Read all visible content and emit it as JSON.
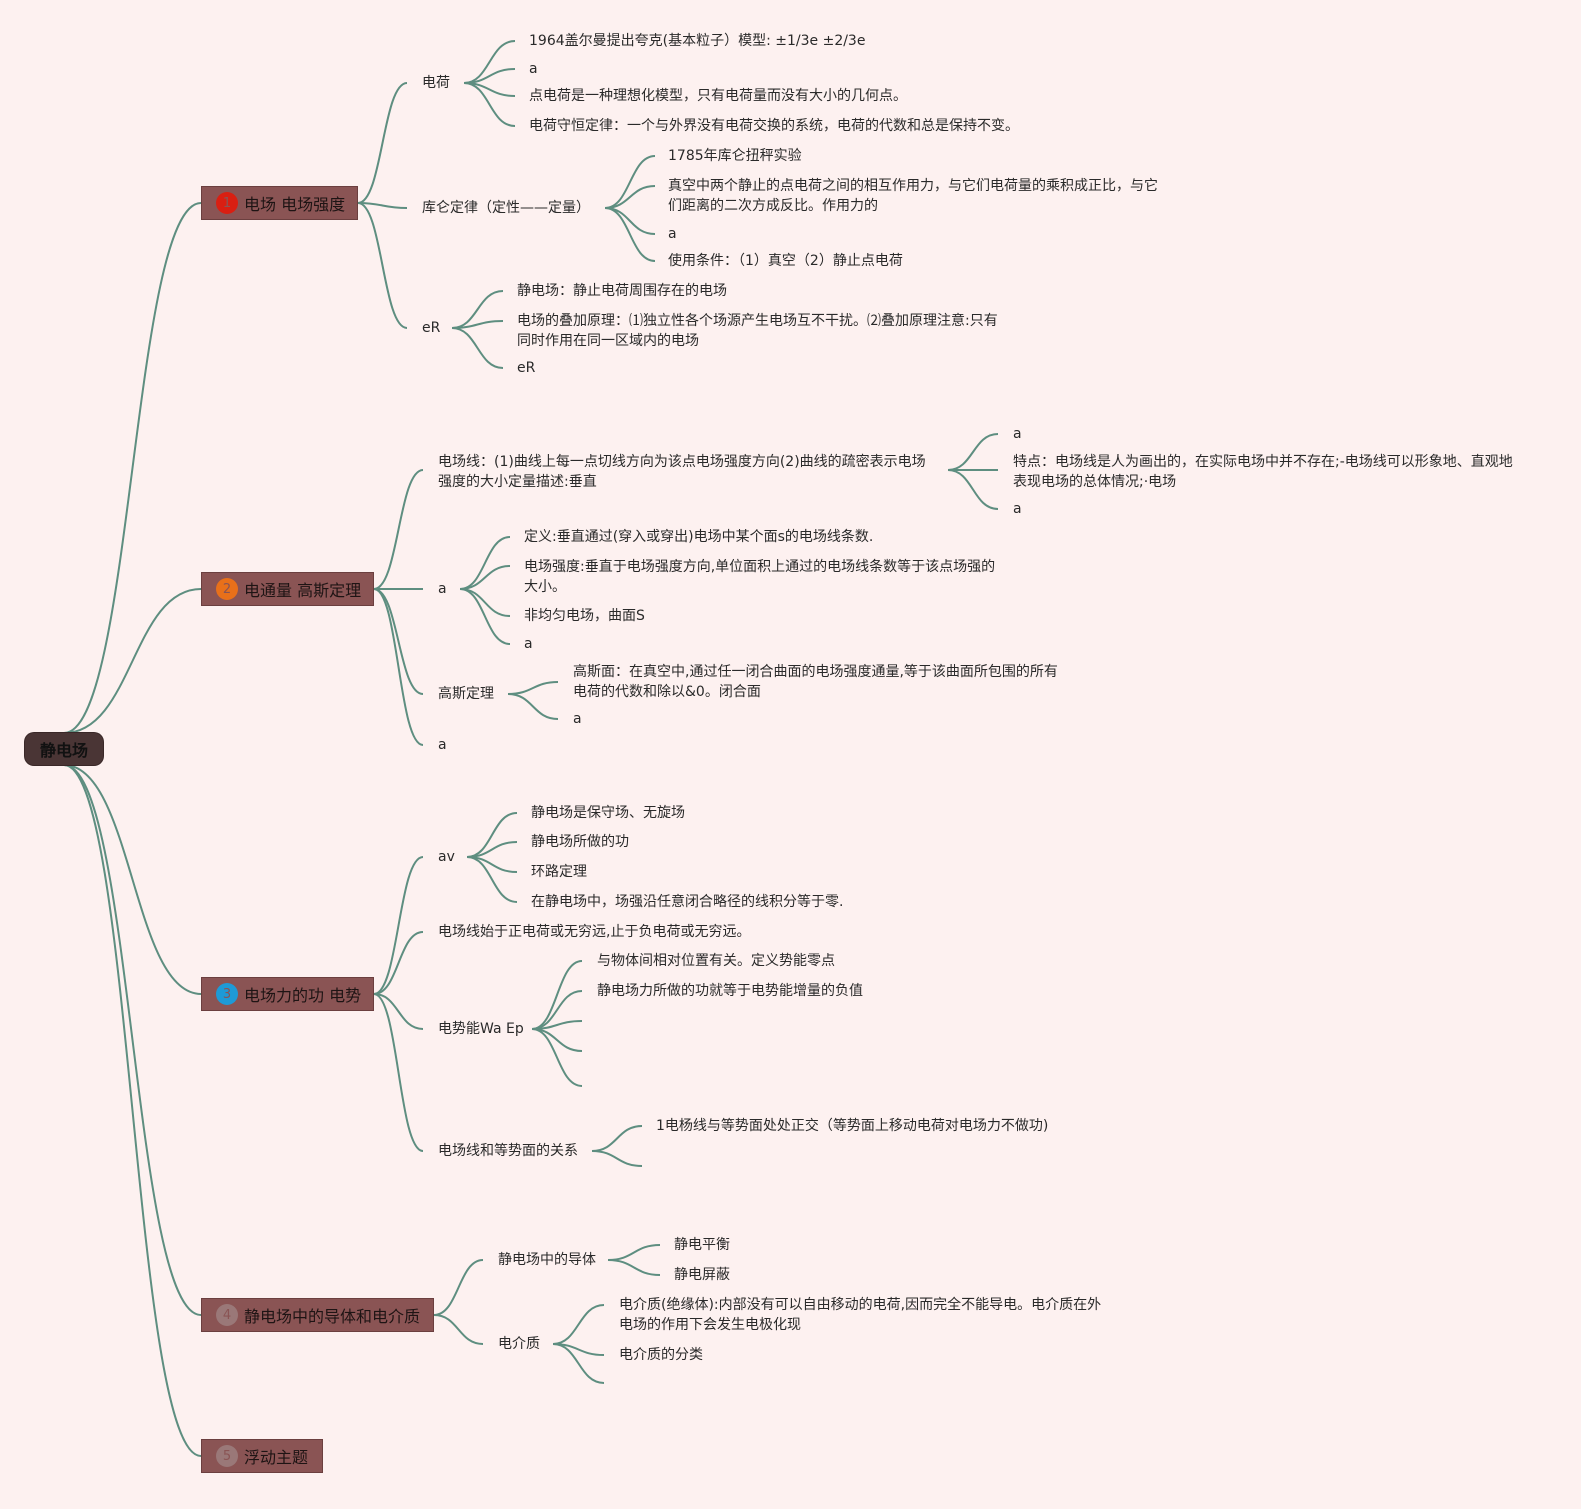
{
  "root": "静电场",
  "topics": [
    {
      "num": "1",
      "label": "电场 电场强度",
      "color": "#d91f12",
      "charge": "电荷",
      "charge_items": [
        "1964盖尔曼提出夸克(基本粒子）模型: ±1/3e ±2/3e",
        "a",
        "点电荷是一种理想化模型，只有电荷量而没有大小的几何点。",
        "电荷守恒定律：一个与外界没有电荷交换的系统，电荷的代数和总是保持不变。"
      ],
      "coulomb": "库仑定律（定性——定量）",
      "coulomb_items": [
        "1785年库仑扭秤实验",
        "真空中两个静止的点电荷之间的相互作用力，与它们电荷量的乘积成正比，与它们距离的二次方成反比。作用力的",
        "a",
        "使用条件：（1）真空（2）静止点电荷"
      ],
      "er": "eR",
      "er_items": [
        "静电场：静止电荷周围存在的电场",
        "电场的叠加原理：⑴独立性各个场源产生电场互不干扰。⑵叠加原理注意:只有同时作用在同一区域内的电场",
        "eR"
      ]
    },
    {
      "num": "2",
      "label": "电通量 高斯定理",
      "color": "#e8701a",
      "field_lines": "电场线：(1)曲线上每一点切线方向为该点电场强度方向(2)曲线的疏密表示电场强度的大小定量描述:垂直",
      "field_lines_items": [
        "a",
        "特点：电场线是人为画出的，在实际电场中并不存在;-电场线可以形象地、直观地表现电场的总体情况;·电场",
        "a"
      ],
      "flux": "a",
      "flux_items": [
        "定义:垂直通过(穿入或穿出)电场中某个面s的电场线条数.",
        "电场强度:垂直于电场强度方向,单位面积上通过的电场线条数等于该点场强的大小。",
        "非均匀电场，曲面S",
        "a"
      ],
      "gauss": "高斯定理",
      "gauss_items": [
        "高斯面：在真空中,通过任一闭合曲面的电场强度通量,等于该曲面所包围的所有电荷的代数和除以&0。闭合面",
        "a"
      ],
      "extra": "a"
    },
    {
      "num": "3",
      "label": "电场力的功 电势",
      "color": "#1e9ad6",
      "av": "av",
      "av_items": [
        "静电场是保守场、无旋场",
        "静电场所做的功",
        "环路定理",
        "在静电场中，场强沿任意闭合略径的线积分等于零."
      ],
      "line_start": "电场线始于正电荷或无穷远,止于负电荷或无穷远。",
      "potential_energy": "电势能Wa Ep",
      "pe_items": [
        "与物体间相对位置有关。定义势能零点",
        "静电场力所做的功就等于电势能增量的负值"
      ],
      "equi": "电场线和等势面的关系",
      "equi_items": [
        "1电杨线与等势面处处正交（等势面上移动电荷对电场力不做功)"
      ]
    },
    {
      "num": "4",
      "label": "静电场中的导体和电介质",
      "color": "#9a7878",
      "conductor": "静电场中的导体",
      "conductor_items": [
        "静电平衡",
        "静电屏蔽"
      ],
      "dielectric": "电介质",
      "dielectric_items": [
        "电介质(绝缘体):内部没有可以自由移动的电荷,因而完全不能导电。电介质在外电场的作用下会发生电极化现",
        "电介质的分类"
      ]
    },
    {
      "num": "5",
      "label": "浮动主题",
      "color": "#9a7878"
    }
  ]
}
